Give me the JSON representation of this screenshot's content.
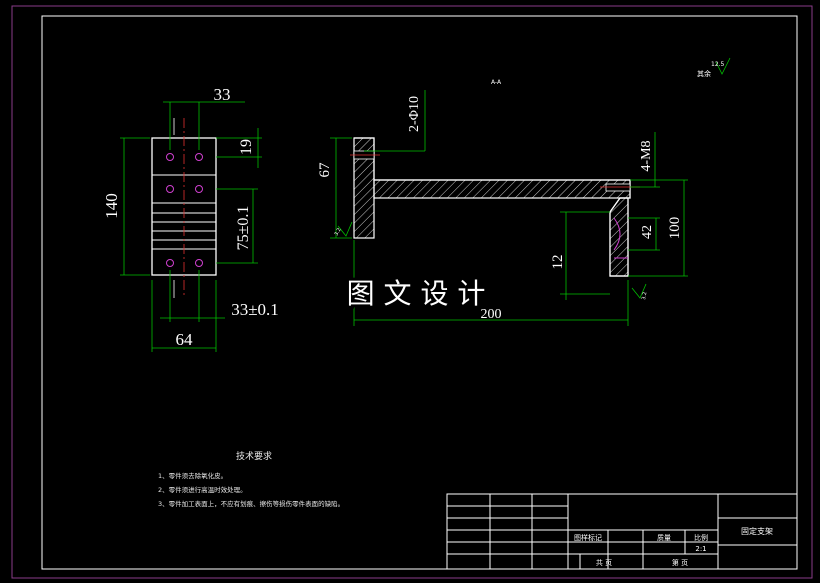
{
  "sheet": {
    "border_color": "#8a3c8a",
    "line_color": "#ffffff",
    "dim_line_color": "#00c000",
    "center_line_color": "#e03030",
    "hole_color": "#d040d0",
    "background": "#000000"
  },
  "watermark": "图 文 设 计",
  "section_label": "A-A",
  "surface_finish_rest": "其余",
  "surface_finish_value": "12.5",
  "surface_finish_small": [
    "3.2",
    "3.2"
  ],
  "front_view": {
    "dims": {
      "top_width": "33",
      "height_total": "140",
      "hole_offset": "19",
      "hole_spacing": "75±0.1",
      "hole_pitch": "33±0.1",
      "width": "64"
    }
  },
  "section_view": {
    "dims": {
      "holes": "2-Φ10",
      "flange_height": "67",
      "tapped_holes": "4-M8",
      "slot": "42",
      "height": "100",
      "lip": "12",
      "length": "200"
    }
  },
  "technical_requirements": {
    "title": "技术要求",
    "items": [
      "1、零件须去除氧化皮。",
      "2、零件须进行高温时效处理。",
      "3、零件加工表面上，不应有划痕、擦伤等损伤零件表面的缺陷。"
    ]
  },
  "title_block": {
    "part_name": "固定支架",
    "labels": {
      "stage_mark": "图样标记",
      "weight": "质量",
      "scale": "比例",
      "sheets_total": "共  页",
      "sheet_no": "第  页"
    },
    "scale_value": "2:1"
  }
}
